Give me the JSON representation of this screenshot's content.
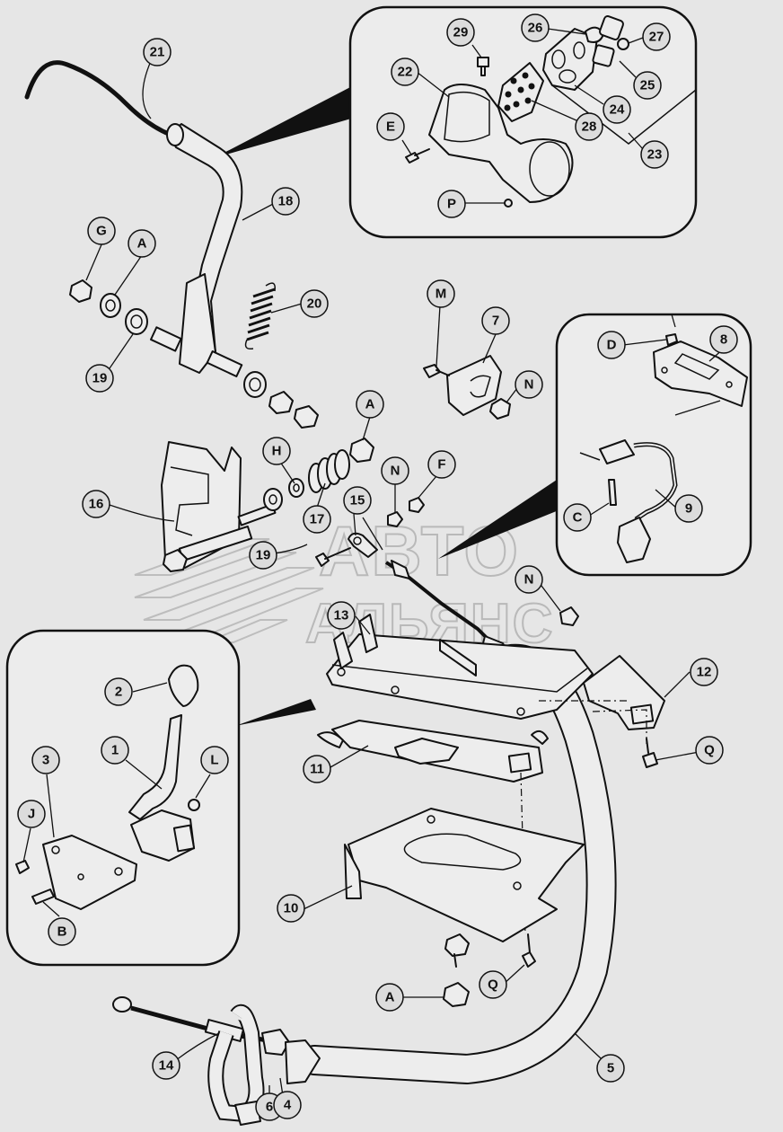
{
  "watermark": {
    "line1": "АВТО",
    "line2": "АЛЬЯНС"
  },
  "labels": {
    "n21": "21",
    "n18": "18",
    "n20": "20",
    "g": "G",
    "a_top": "A",
    "n19_top": "19",
    "n29": "29",
    "n26": "26",
    "n27": "27",
    "n25": "25",
    "n22": "22",
    "n24": "24",
    "n28": "28",
    "n23": "23",
    "e": "E",
    "p": "P",
    "m": "M",
    "n7": "7",
    "n_top": "N",
    "d": "D",
    "n8": "8",
    "c": "C",
    "n9": "9",
    "h": "H",
    "a_mid": "A",
    "n16": "16",
    "n17": "17",
    "n19_mid": "19",
    "n_mid": "N",
    "f": "F",
    "n15": "15",
    "n_right": "N",
    "n13": "13",
    "n12": "12",
    "q_right": "Q",
    "n11": "11",
    "n2": "2",
    "n1": "1",
    "n3": "3",
    "l": "L",
    "j": "J",
    "b": "B",
    "n10": "10",
    "a_bot": "A",
    "q_bot": "Q",
    "n5": "5",
    "n14": "14",
    "n6": "6",
    "n4": "4"
  },
  "icons": {
    "callout": "detail-callout-frame",
    "part": "exploded-part"
  }
}
